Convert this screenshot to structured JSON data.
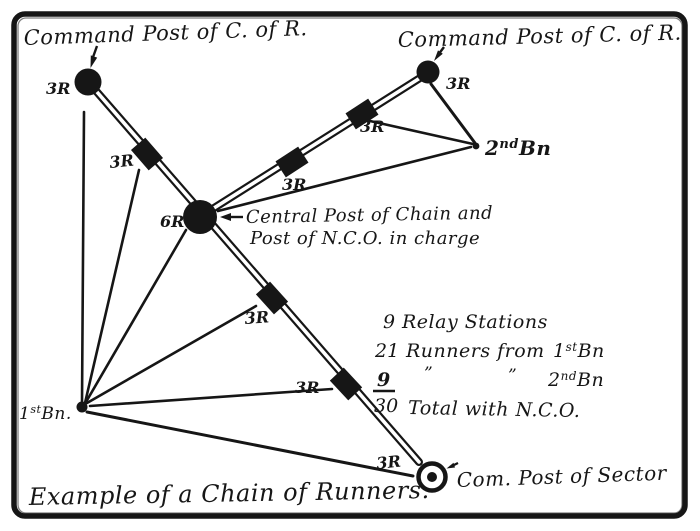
{
  "titles": {
    "command_post_left": "Command Post of C. of R.",
    "command_post_right": "Command Post of C. of R.",
    "caption": "Example of a Chain of Runners."
  },
  "central_post": {
    "line1": "Central Post of Chain and",
    "line2": "Post of N.C.O. in charge",
    "runners": "6R"
  },
  "sector_post": {
    "label": "Com. Post of Sector",
    "runners": "3R"
  },
  "nodes": {
    "post_left_runners": "3R",
    "post_right_runners": "3R"
  },
  "relays": {
    "label": "3R"
  },
  "battalion_1": {
    "num": "1",
    "sup": "st",
    "unit": "Bn."
  },
  "battalion_2": {
    "num": "2",
    "sup": "nd",
    "unit": "Bn"
  },
  "stats": {
    "line1": {
      "num": "9",
      "text": "Relay Stations"
    },
    "line2": {
      "num": "21",
      "text": "Runners from",
      "bn_num": "1",
      "bn_sup": "st",
      "bn_unit": "Bn"
    },
    "line3": {
      "num": "9",
      "ditto1": "”",
      "ditto2": "”",
      "bn_num": "2",
      "bn_sup": "nd",
      "bn_unit": "Bn"
    },
    "line4": {
      "num": "30",
      "text": "Total with N.C.O."
    }
  },
  "colors": {
    "ink": "#161616",
    "paper": "#ffffff"
  }
}
